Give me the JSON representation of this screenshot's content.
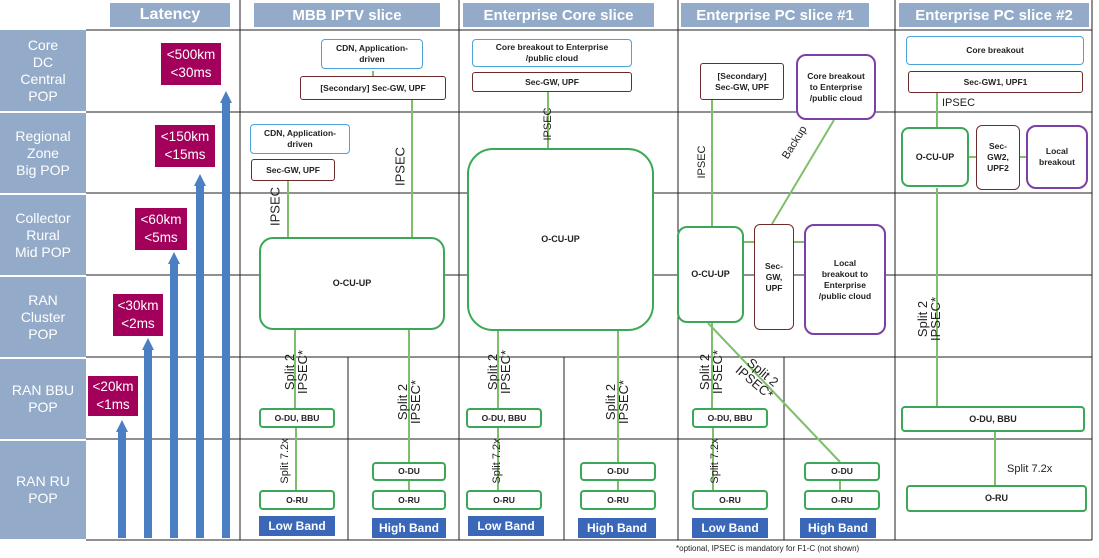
{
  "rows": [
    "Core\nDC\nCentral\nPOP",
    "Regional\nZone\nBig POP",
    "Collector\nRural\nMid POP",
    "RAN\nCluster\nPOP",
    "RAN BBU\nPOP",
    "RAN RU\nPOP"
  ],
  "headers": {
    "latency": "Latency",
    "mbb": "MBB IPTV slice",
    "core": "Enterprise Core slice",
    "pc1": "Enterprise PC slice #1",
    "pc2": "Enterprise PC slice #2"
  },
  "latency_values": [
    "<500km\n<30ms",
    "<150km\n<15ms",
    "<60km\n<5ms",
    "<30km\n<2ms",
    "<20km\n<1ms"
  ],
  "mbb": {
    "cdn_top": "CDN, Application-\ndriven",
    "secgw_top": "[Secondary] Sec-GW, UPF",
    "cdn_mid": "CDN, Application-\ndriven",
    "secgw_mid": "Sec-GW, UPF",
    "ocuup": "O-CU-UP",
    "ipsec_left": "IPSEC",
    "ipsec_right": "IPSEC",
    "split_left": "Split 2\nIPSEC*",
    "split_right": "Split 2\nIPSEC*",
    "odu_bbu": "O-DU, BBU",
    "odu": "O-DU",
    "split72": "Split 7.2x",
    "oru_low": "O-RU",
    "oru_high": "O-RU",
    "band_low": "Low Band",
    "band_high": "High Band"
  },
  "core": {
    "breakout": "Core breakout to Enterprise\n/public cloud",
    "secgw": "Sec-GW, UPF",
    "ipsec": "IPSEC",
    "ocuup": "O-CU-UP",
    "split_left": "Split 2\nIPSEC*",
    "split_right": "Split 2\nIPSEC*",
    "odu_bbu": "O-DU, BBU",
    "odu": "O-DU",
    "split72": "Split 7.2x",
    "oru_low": "O-RU",
    "oru_high": "O-RU",
    "band_low": "Low Band",
    "band_high": "High Band"
  },
  "pc1": {
    "secgw_top": "[Secondary]\nSec-GW, UPF",
    "breakout": "Core breakout\nto Enterprise\n/public cloud",
    "ipsec": "IPSEC",
    "backup": "Backup",
    "ocuup": "O-CU-UP",
    "secgw_mid": "Sec-\nGW,\nUPF",
    "local": "Local\nbreakout to\nEnterprise\n/public cloud",
    "split_left": "Split 2\nIPSEC*",
    "split_diag": "Split 2\nIPSEC*",
    "odu_bbu": "O-DU, BBU",
    "odu": "O-DU",
    "split72": "Split 7.2x",
    "oru_low": "O-RU",
    "oru_high": "O-RU",
    "band_low": "Low Band",
    "band_high": "High Band"
  },
  "pc2": {
    "breakout": "Core breakout",
    "secgw": "Sec-GW1, UPF1",
    "ipsec": "IPSEC",
    "ocuup": "O-CU-UP",
    "secgw2": "Sec-\nGW2,\nUPF2",
    "local": "Local\nbreakout",
    "split": "Split 2\nIPSEC*",
    "odu_bbu": "O-DU, BBU",
    "split72": "Split 7.2x",
    "oru": "O-RU"
  },
  "footnote": "*optional, IPSEC is mandatory for F1-C (not shown)",
  "colors": {
    "header_bg": "#93abc9",
    "latency_bg": "#a2005a",
    "arrow": "#4a7fc4",
    "green": "#3aa856",
    "blue_border": "#4aa3d9",
    "maroon": "#6b2b2b",
    "purple": "#7c3fa8",
    "band": "#3a67b8"
  }
}
